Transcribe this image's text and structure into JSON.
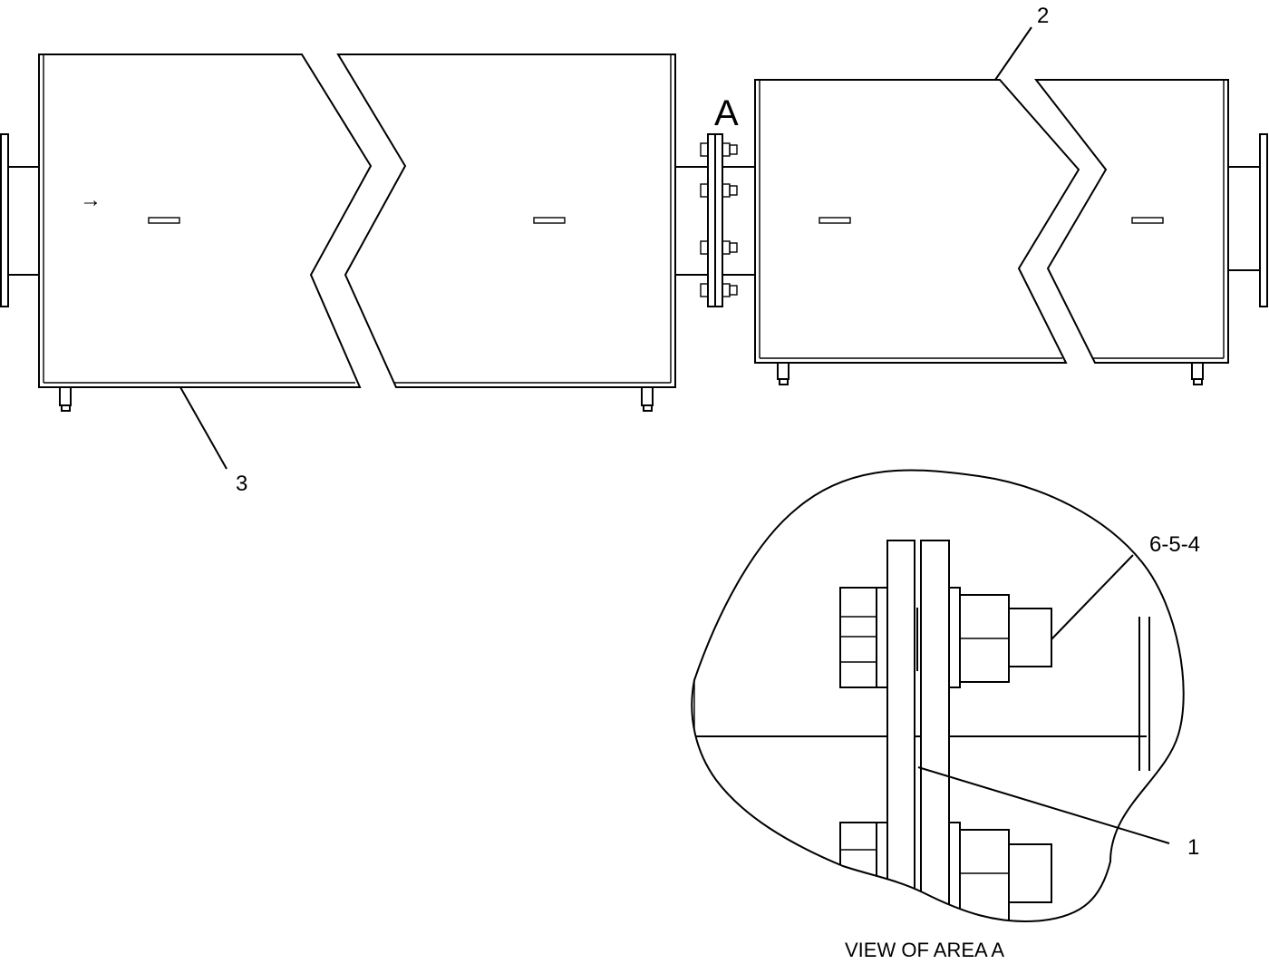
{
  "callouts": {
    "part_1": "1",
    "part_2": "2",
    "part_3": "3",
    "parts_6_5_4": "6-5-4",
    "area_marker": "A"
  },
  "flow_arrow": "→",
  "detail_caption": "VIEW OF AREA A"
}
